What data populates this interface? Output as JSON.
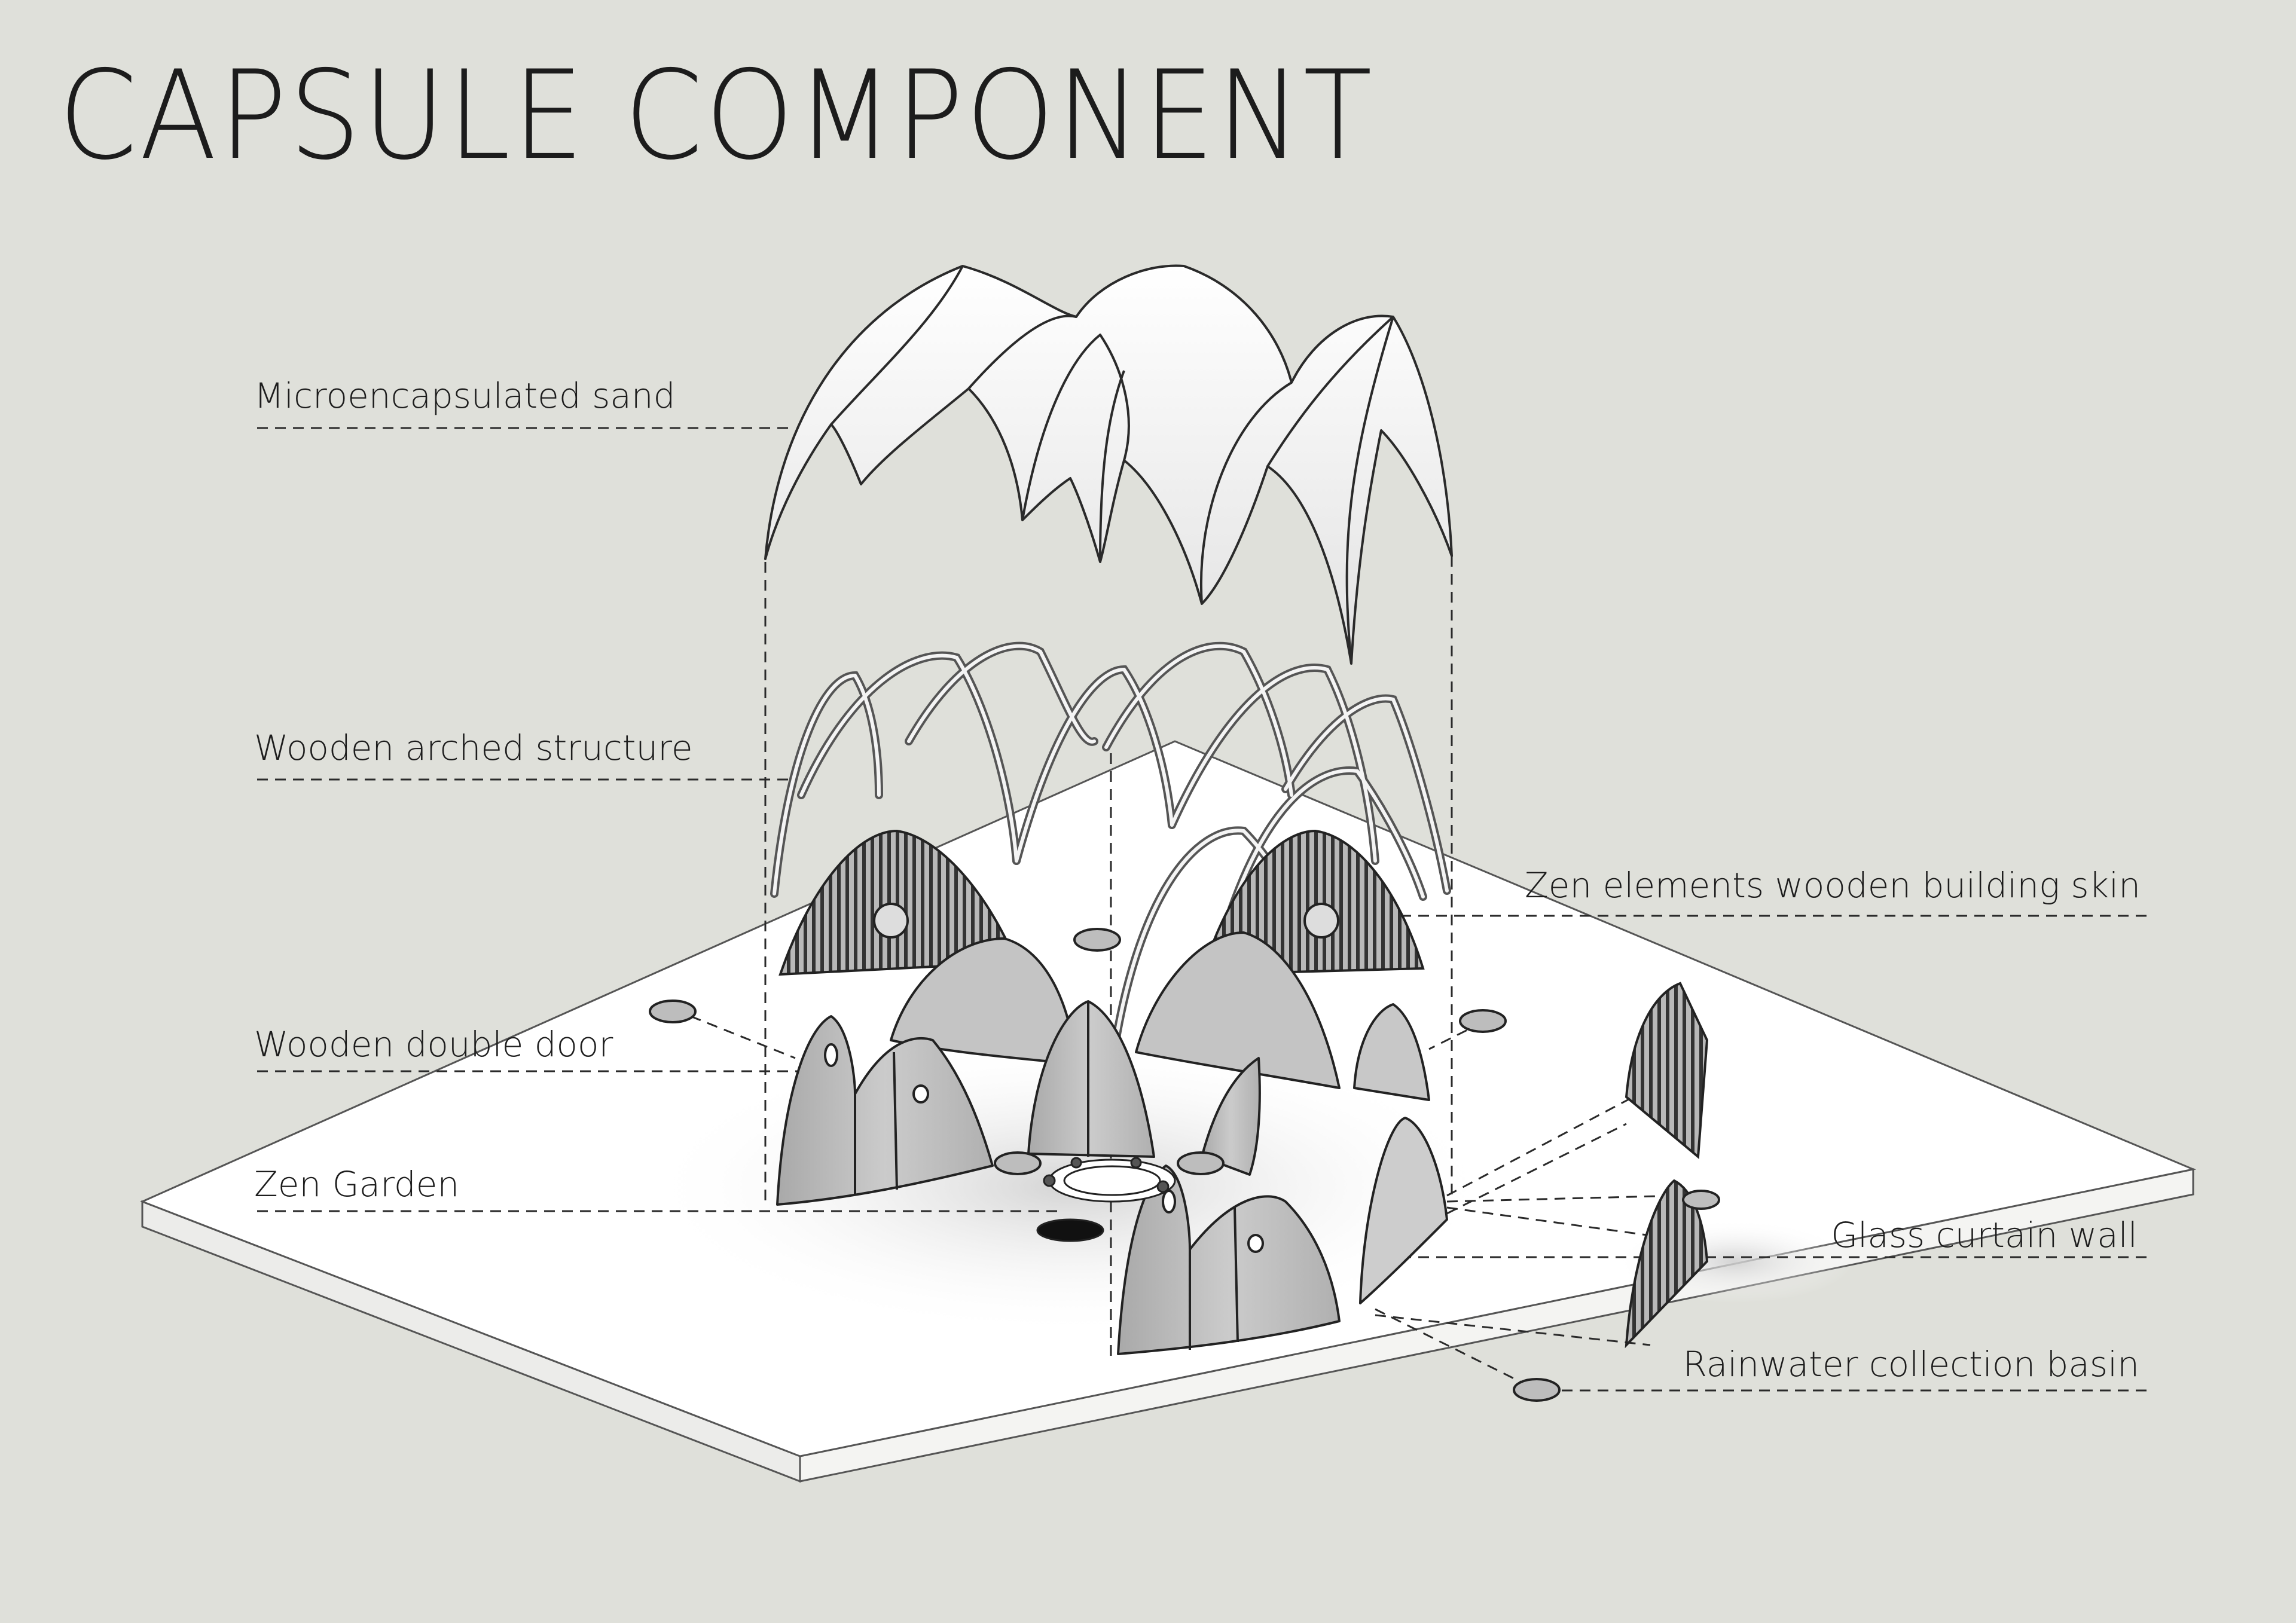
{
  "title": "CAPSULE COMPONENT",
  "labels": {
    "microencapsulated_sand": "Microencapsulated sand",
    "wooden_arched_structure": "Wooden arched structure",
    "wooden_double_door": "Wooden double door",
    "zen_garden": "Zen Garden",
    "zen_elements_skin": "Zen elements wooden building skin",
    "glass_curtain_wall": "Glass curtain wall",
    "rainwater_basin": "Rainwater collection basin"
  },
  "colors": {
    "background": "#dfe0da",
    "base_top": "#ffffff",
    "base_side": "#ededeb",
    "roof_fill": "#f3f3f2",
    "panel_fill": "#bdbdbd",
    "line": "#2a2a2a"
  }
}
